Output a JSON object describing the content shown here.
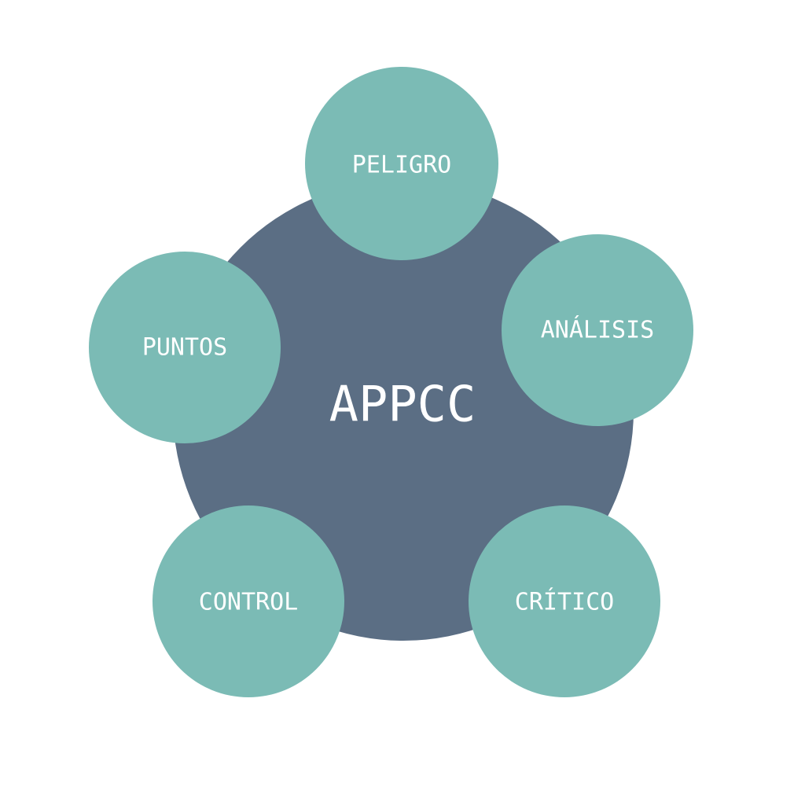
{
  "center": {
    "label": "APPCC"
  },
  "nodes": [
    {
      "label": "PELIGRO"
    },
    {
      "label": "ANÁLISIS"
    },
    {
      "label": "CRÍTICO"
    },
    {
      "label": "CONTROL"
    },
    {
      "label": "PUNTOS"
    }
  ],
  "colors": {
    "center": "#5b6e84",
    "node": "#7bbbb5",
    "text": "#ffffff"
  }
}
